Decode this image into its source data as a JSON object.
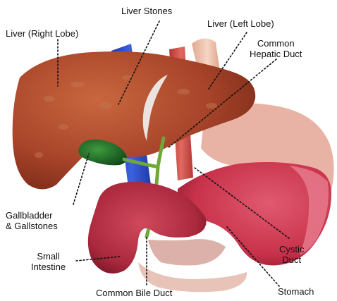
{
  "labels": {
    "liver_right_lobe": "Liver (Right Lobe)",
    "liver_stones": "Liver Stones",
    "liver_left_lobe": "Liver (Left Lobe)",
    "common_hepatic_duct": [
      "Common",
      "Hepatic Duct"
    ],
    "gallbladder": [
      "Gallbladder",
      "& Gallstones"
    ],
    "small_intestine": [
      "Small",
      "Intestine"
    ],
    "cystic_duct": [
      "Cystic",
      "Duct"
    ],
    "common_bile_duct": "Common Bile Duct",
    "stomach": "Stomach"
  },
  "colors": {
    "liver": "#a8442a",
    "liver_light": "#c46a45",
    "stomach": "#c8324a",
    "stomach_inner": "#e0738a",
    "intestine": "#b02a3e",
    "gallbladder": "#1f6b2a",
    "vena_cava": "#2d4ec8",
    "aorta": "#d24a46",
    "esophagus": "#f0c4ae",
    "duct": "#6fa83a"
  }
}
